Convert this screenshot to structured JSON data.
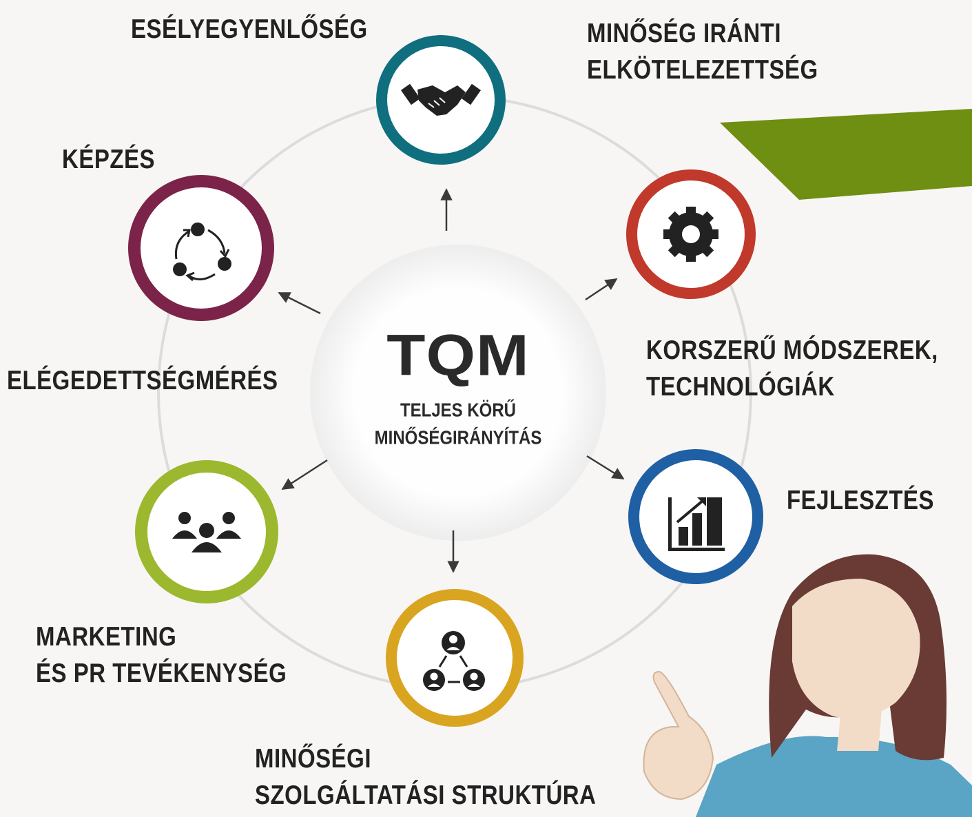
{
  "center": {
    "title": "TQM",
    "subtitle_lines": [
      "TELJES KÖRŰ",
      "MINŐSÉGIRÁNYÍTÁS"
    ]
  },
  "nodes": [
    {
      "id": "eselyegyenloseg",
      "icon": "handshake-icon",
      "ring_color": "#0f6f7f"
    },
    {
      "id": "elkotelezettseg",
      "icon": "gear-icon",
      "ring_color": "#c0392b"
    },
    {
      "id": "fejlesztes",
      "icon": "bar-chart-icon",
      "ring_color": "#1f5fa3"
    },
    {
      "id": "struktura",
      "icon": "org-chart-icon",
      "ring_color": "#d9a520"
    },
    {
      "id": "marketing",
      "icon": "group-icon",
      "ring_color": "#9cb82e"
    },
    {
      "id": "kepzes",
      "icon": "cycle-icon",
      "ring_color": "#7b2348"
    }
  ],
  "labels": {
    "eselyegyenloseg": [
      "ESÉLYEGYENLŐSÉG"
    ],
    "elkotelezettseg": [
      "MINŐSÉG IRÁNTI",
      "ELKÖTELEZETTSÉG"
    ],
    "korszeru": [
      "KORSZERŰ MÓDSZEREK,",
      "TECHNOLÓGIÁK"
    ],
    "fejlesztes": [
      "FEJLESZTÉS"
    ],
    "struktura": [
      "MINŐSÉGI",
      "SZOLGÁLTATÁSI STRUKTÚRA"
    ],
    "marketing": [
      "MARKETING",
      "ÉS PR TEVÉKENYSÉG"
    ],
    "elegedettseg": [
      "ELÉGEDETTSÉGMÉRÉS"
    ],
    "kepzes": [
      "KÉPZÉS"
    ]
  },
  "colors": {
    "accent_green_banner": "#6e8f12",
    "presenter_hair": "#6a3a34",
    "presenter_skin": "#f2dcc7",
    "presenter_shirt": "#5aa4c6"
  },
  "illustration": {
    "presenter": "presenter-illustration"
  }
}
